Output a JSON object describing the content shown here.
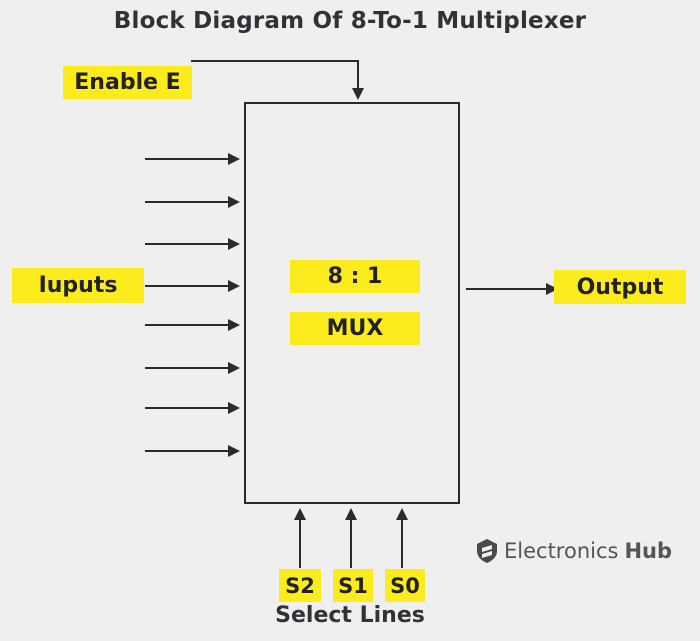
{
  "title": "Block Diagram Of 8-To-1 Multiplexer",
  "labels": {
    "enable": "Enable E",
    "inputs": "Iuputs",
    "output": "Output",
    "ratio": "8 : 1",
    "mux": "MUX",
    "select_lines": "Select Lines",
    "s2": "S2",
    "s1": "S1",
    "s0": "S0"
  },
  "brand": {
    "name": "Electronics",
    "suffix": "Hub",
    "icon": "electronicshub-logo-icon"
  },
  "colors": {
    "highlight": "#fcec1e",
    "line": "#2b2b2b",
    "background": "#efefef"
  }
}
